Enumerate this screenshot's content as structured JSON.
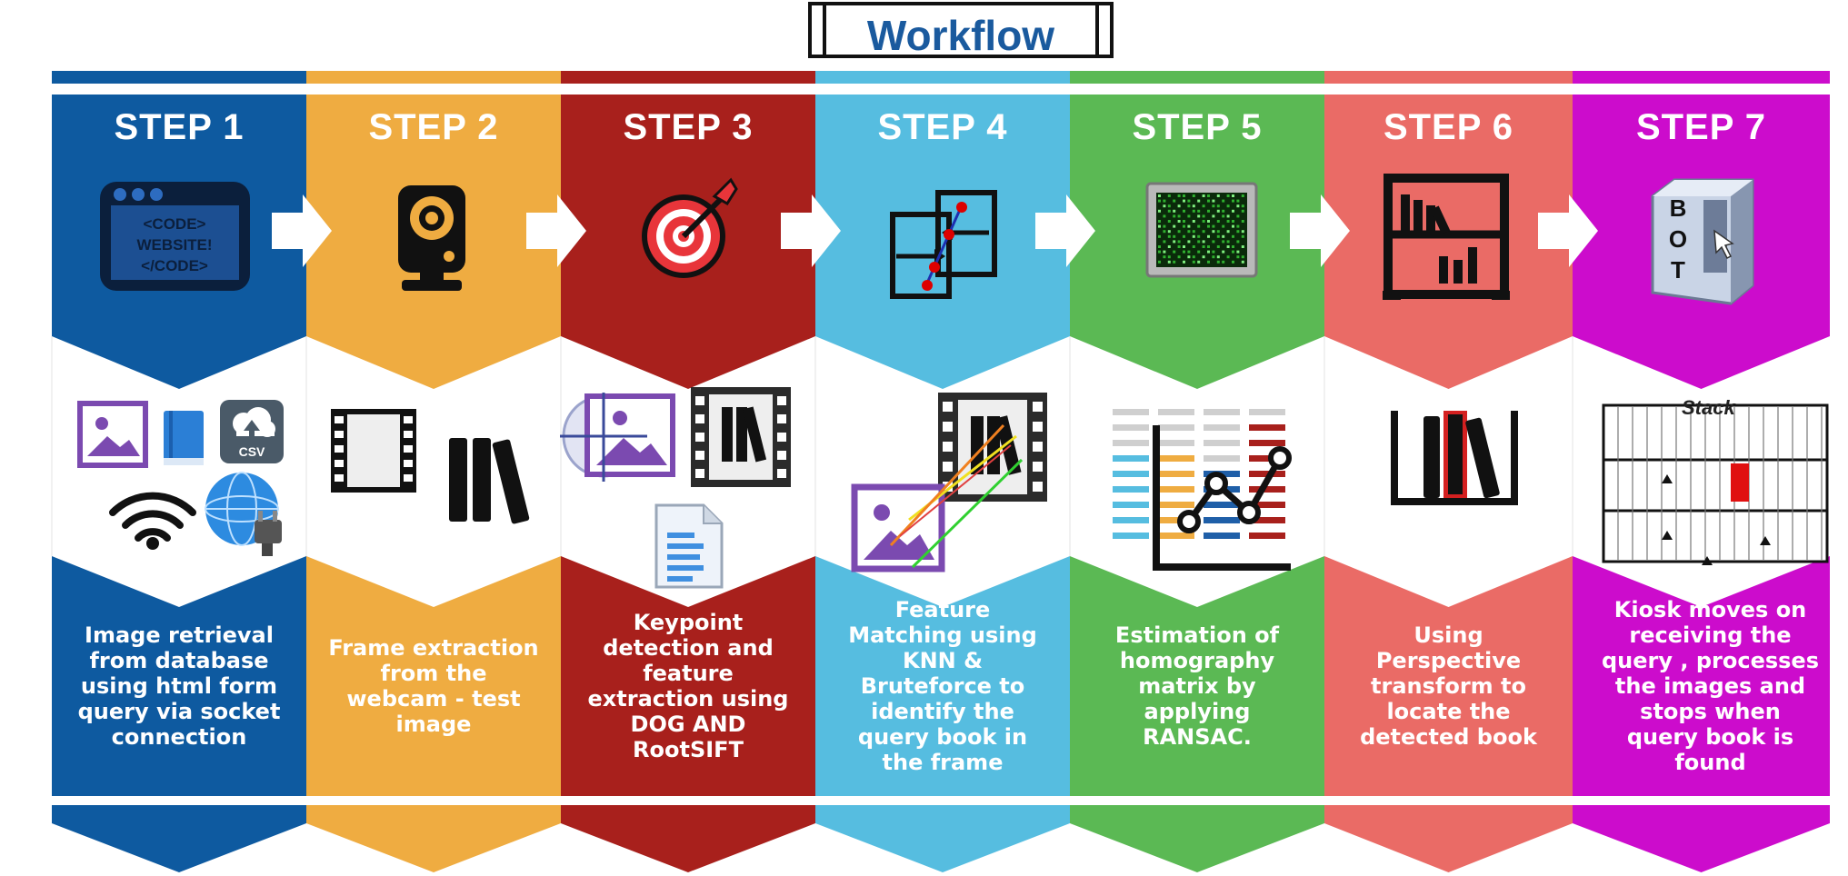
{
  "title": "Workflow",
  "steps": [
    {
      "label": "STEP 1",
      "color": "#0e5aa0",
      "description": "Image retrieval from database using  html form query via socket connection",
      "icon": "website-code-icon",
      "content_icons": [
        "image-icon",
        "book-icon",
        "csv-cloud-upload-icon",
        "wifi-icon",
        "globe-plug-icon"
      ]
    },
    {
      "label": "STEP 2",
      "color": "#efac41",
      "description": "Frame extraction from the webcam - test image",
      "icon": "webcam-icon",
      "content_icons": [
        "film-frame-icon",
        "books-icon"
      ]
    },
    {
      "label": "STEP 3",
      "color": "#a8201c",
      "description": "Keypoint detection and feature extraction using DOG AND RootSIFT",
      "icon": "target-icon",
      "content_icons": [
        "crosshair-image-icon",
        "film-books-icon",
        "document-icon"
      ]
    },
    {
      "label": "STEP 4",
      "color": "#56bde0",
      "description": "Feature Matching using  KNN  & Bruteforce to identify the query book in the frame",
      "icon": "feature-match-icon",
      "content_icons": [
        "film-books-icon",
        "image-icon",
        "match-lines-icon"
      ]
    },
    {
      "label": "STEP 5",
      "color": "#5bb954",
      "description": "Estimation of homography matrix by applying RANSAC.",
      "icon": "matrix-screen-icon",
      "content_icons": [
        "line-chart-icon"
      ]
    },
    {
      "label": "STEP 6",
      "color": "#ea6b66",
      "description": "Using Perspective transform to locate the detected book",
      "icon": "bookshelf-icon",
      "content_icons": [
        "highlighted-book-icon"
      ]
    },
    {
      "label": "STEP 7",
      "color": "#cc0ccc",
      "description": "Kiosk moves on receiving the query , processes the images and stops when query book is found",
      "icon": "bot-kiosk-icon",
      "content_icons": [
        "stack-shelves-icon"
      ]
    }
  ],
  "stack_label": "Stack",
  "colors": {
    "white": "#ffffff",
    "title_blue": "#1a5a9e",
    "dark": "#111111"
  }
}
